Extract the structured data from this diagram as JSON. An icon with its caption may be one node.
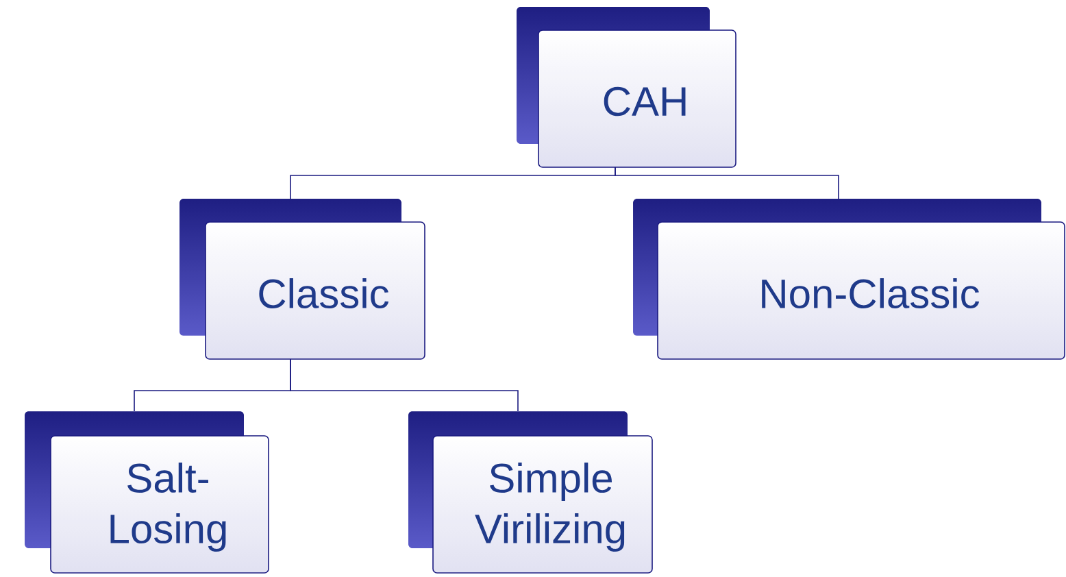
{
  "diagram": {
    "nodes": [
      {
        "text": [
          "CAH"
        ]
      },
      {
        "text": [
          "Classic"
        ]
      },
      {
        "text": [
          "Non-Classic"
        ]
      },
      {
        "text": [
          "Salt-Losing"
        ]
      },
      {
        "text": [
          "Simple Virilizing"
        ]
      }
    ],
    "edges": [
      {
        "from": 0,
        "to": 1,
        "arrow": "none"
      },
      {
        "from": 0,
        "to": 2,
        "arrow": "none"
      },
      {
        "from": 1,
        "to": 3,
        "arrow": "none"
      },
      {
        "from": 1,
        "to": 4,
        "arrow": "none"
      }
    ]
  }
}
